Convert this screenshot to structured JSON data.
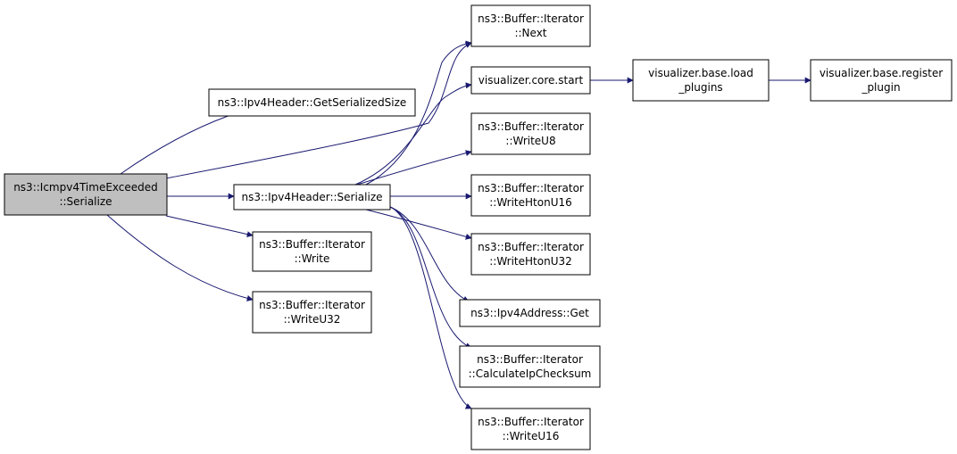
{
  "colors": {
    "edge": "#191970",
    "node_border": "#000000",
    "node_fill": "#ffffff",
    "root_fill": "#bfbfbf"
  },
  "nodes": [
    {
      "id": "root",
      "lines": [
        "ns3::Icmpv4TimeExceeded",
        "::Serialize"
      ],
      "root": true
    },
    {
      "id": "getsize",
      "lines": [
        "ns3::Ipv4Header::GetSerializedSize"
      ]
    },
    {
      "id": "hdrserialize",
      "lines": [
        "ns3::Ipv4Header::Serialize"
      ]
    },
    {
      "id": "write",
      "lines": [
        "ns3::Buffer::Iterator",
        "::Write"
      ]
    },
    {
      "id": "writeu32",
      "lines": [
        "ns3::Buffer::Iterator",
        "::WriteU32"
      ]
    },
    {
      "id": "next",
      "lines": [
        "ns3::Buffer::Iterator",
        "::Next"
      ]
    },
    {
      "id": "vizstart",
      "lines": [
        "visualizer.core.start"
      ]
    },
    {
      "id": "writeu8",
      "lines": [
        "ns3::Buffer::Iterator",
        "::WriteU8"
      ]
    },
    {
      "id": "htonu16",
      "lines": [
        "ns3::Buffer::Iterator",
        "::WriteHtonU16"
      ]
    },
    {
      "id": "htonu32",
      "lines": [
        "ns3::Buffer::Iterator",
        "::WriteHtonU32"
      ]
    },
    {
      "id": "addrget",
      "lines": [
        "ns3::Ipv4Address::Get"
      ]
    },
    {
      "id": "checksum",
      "lines": [
        "ns3::Buffer::Iterator",
        "::CalculateIpChecksum"
      ]
    },
    {
      "id": "writeu16",
      "lines": [
        "ns3::Buffer::Iterator",
        "::WriteU16"
      ]
    },
    {
      "id": "loadplugins",
      "lines": [
        "visualizer.base.load",
        "_plugins"
      ]
    },
    {
      "id": "register",
      "lines": [
        "visualizer.base.register",
        "_plugin"
      ]
    }
  ],
  "edges": [
    {
      "from": "root",
      "to": "getsize"
    },
    {
      "from": "root",
      "to": "next"
    },
    {
      "from": "root",
      "to": "hdrserialize"
    },
    {
      "from": "root",
      "to": "write"
    },
    {
      "from": "root",
      "to": "writeu32"
    },
    {
      "from": "hdrserialize",
      "to": "next"
    },
    {
      "from": "hdrserialize",
      "to": "vizstart"
    },
    {
      "from": "hdrserialize",
      "to": "writeu8"
    },
    {
      "from": "hdrserialize",
      "to": "htonu16"
    },
    {
      "from": "hdrserialize",
      "to": "htonu32"
    },
    {
      "from": "hdrserialize",
      "to": "addrget"
    },
    {
      "from": "hdrserialize",
      "to": "checksum"
    },
    {
      "from": "hdrserialize",
      "to": "writeu16"
    },
    {
      "from": "vizstart",
      "to": "loadplugins"
    },
    {
      "from": "loadplugins",
      "to": "register"
    }
  ]
}
